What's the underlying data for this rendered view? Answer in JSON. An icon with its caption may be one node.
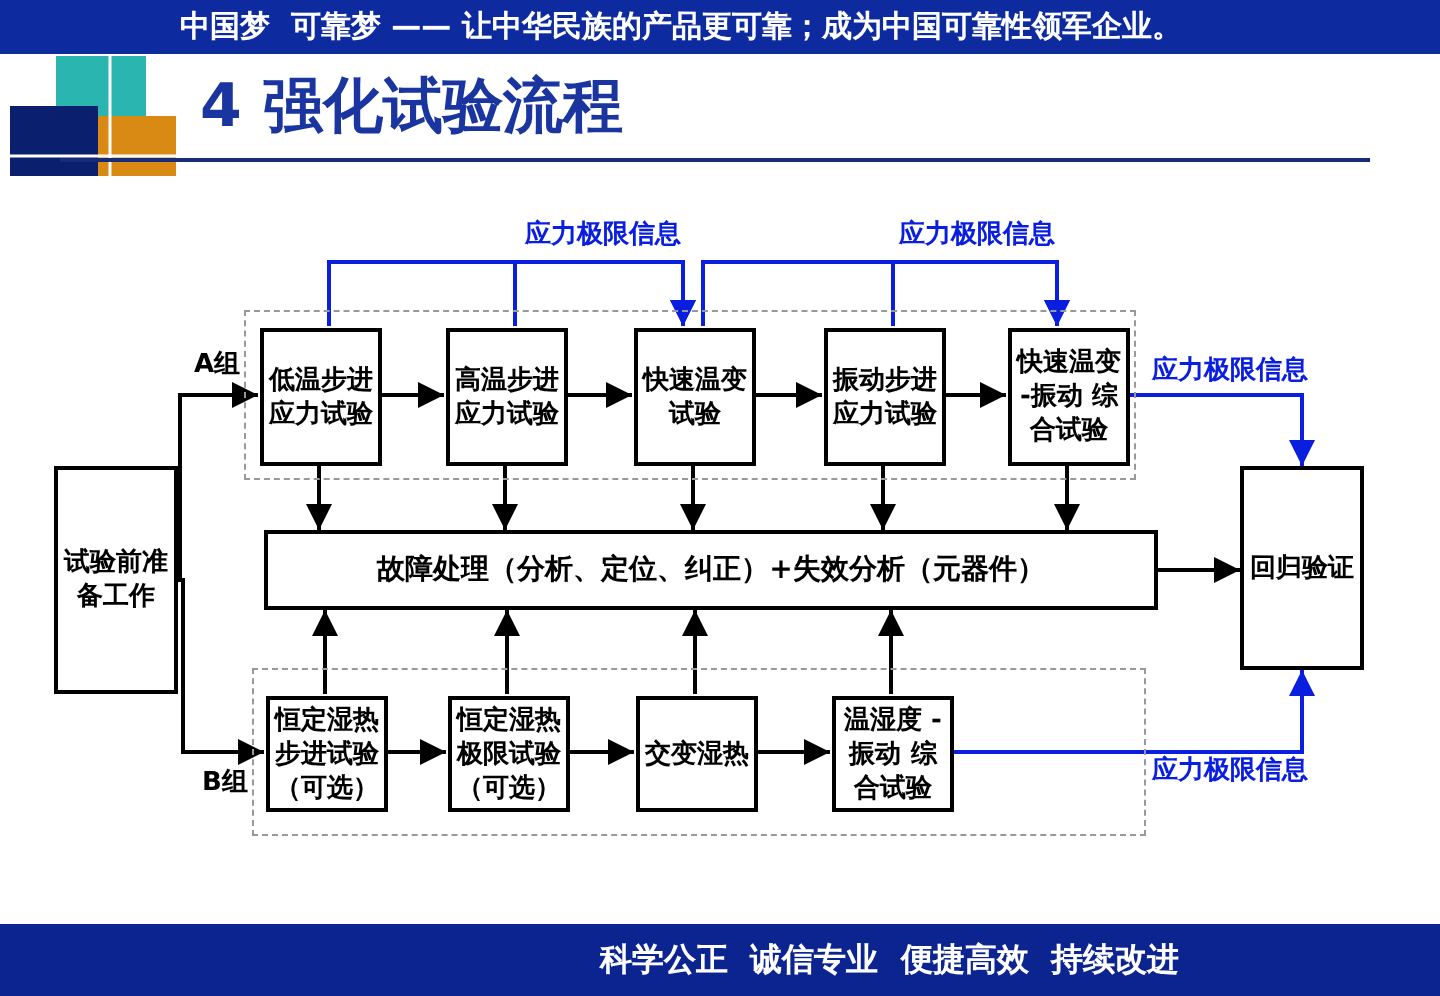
{
  "diagram": {
    "title": "4 强化试验流程",
    "nodes": [
      {
        "text": [
          "试验前准备工作"
        ]
      },
      {
        "text": [
          "A组"
        ]
      },
      {
        "text": [
          "低温步进应力试验"
        ],
        "in": 1
      },
      {
        "text": [
          "高温步进应力试验"
        ],
        "in": 1
      },
      {
        "text": [
          "快速温变试验"
        ],
        "in": 1
      },
      {
        "text": [
          "振动步进应力试验"
        ],
        "in": 1
      },
      {
        "text": [
          "快速温变 -振动 综合试验"
        ],
        "in": 1
      },
      {
        "text": [
          "故障处理（分析、定位、纠正）+失效分析（元器件）"
        ]
      },
      {
        "text": [
          "回归验证"
        ]
      },
      {
        "text": [
          "B组"
        ]
      },
      {
        "text": [
          "恒定湿热步进试验（可选）"
        ],
        "in": 9
      },
      {
        "text": [
          "恒定湿热极限试验（可选）"
        ],
        "in": 9
      },
      {
        "text": [
          "交变湿热"
        ],
        "in": 9
      },
      {
        "text": [
          "温湿度 -振动 综合试验"
        ],
        "in": 9
      }
    ],
    "edges": [
      {
        "from": 0,
        "to": 2,
        "arrow": "to"
      },
      {
        "from": 0,
        "to": 10,
        "arrow": "to"
      },
      {
        "from": 2,
        "to": 3,
        "arrow": "to"
      },
      {
        "from": 3,
        "to": 4,
        "arrow": "to"
      },
      {
        "from": 4,
        "to": 5,
        "arrow": "to"
      },
      {
        "from": 5,
        "to": 6,
        "arrow": "to"
      },
      {
        "from": 2,
        "to": 7,
        "arrow": "to"
      },
      {
        "from": 3,
        "to": 7,
        "arrow": "to"
      },
      {
        "from": 4,
        "to": 7,
        "arrow": "to"
      },
      {
        "from": 5,
        "to": 7,
        "arrow": "to"
      },
      {
        "from": 6,
        "to": 7,
        "arrow": "to"
      },
      {
        "from": 10,
        "to": 11,
        "arrow": "to"
      },
      {
        "from": 11,
        "to": 12,
        "arrow": "to"
      },
      {
        "from": 12,
        "to": 13,
        "arrow": "to"
      },
      {
        "from": 10,
        "to": 7,
        "arrow": "to"
      },
      {
        "from": 11,
        "to": 7,
        "arrow": "to"
      },
      {
        "from": 12,
        "to": 7,
        "arrow": "to"
      },
      {
        "from": 13,
        "to": 7,
        "arrow": "to"
      },
      {
        "from": 7,
        "to": 8,
        "arrow": "to"
      },
      {
        "from": 2,
        "to": 4,
        "arrow": "to",
        "label": "应力极限信息",
        "color": "#0a1ee0"
      },
      {
        "from": 3,
        "to": 4,
        "arrow": "to",
        "color": "#0a1ee0"
      },
      {
        "from": 4,
        "to": 6,
        "arrow": "to",
        "label": "应力极限信息",
        "color": "#0a1ee0"
      },
      {
        "from": 5,
        "to": 6,
        "arrow": "to",
        "color": "#0a1ee0"
      },
      {
        "from": 6,
        "to": 8,
        "arrow": "to",
        "label": "应力极限信息",
        "color": "#0a1ee0"
      },
      {
        "from": 13,
        "to": 8,
        "arrow": "to",
        "label": "应力极限信息",
        "color": "#0a1ee0"
      }
    ],
    "labels": [
      "中国梦  可靠梦 —— 让中华民族的产品更可靠；成为中国可靠性领军企业。",
      "科学公正  诚信专业  便捷高效  持续改进"
    ]
  }
}
